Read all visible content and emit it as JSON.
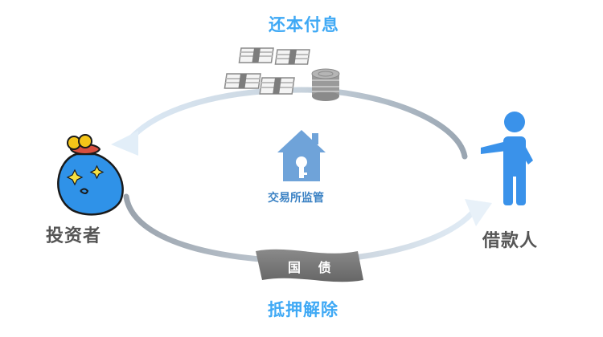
{
  "top_label": "还本付息",
  "bottom_label": "抵押解除",
  "left_actor": "投资者",
  "right_actor": "借款人",
  "center_label": "交易所监管",
  "banner_label": "国 债",
  "icons": {
    "top": "cash-stacks-and-coins-icon",
    "center": "house-with-key-icon",
    "left": "money-bag-icon",
    "right": "person-icon"
  },
  "colors": {
    "accent_blue": "#3fa9f5",
    "house_blue": "#6fa3d9",
    "text_gray": "#555555",
    "banner_gray": "#777777"
  }
}
